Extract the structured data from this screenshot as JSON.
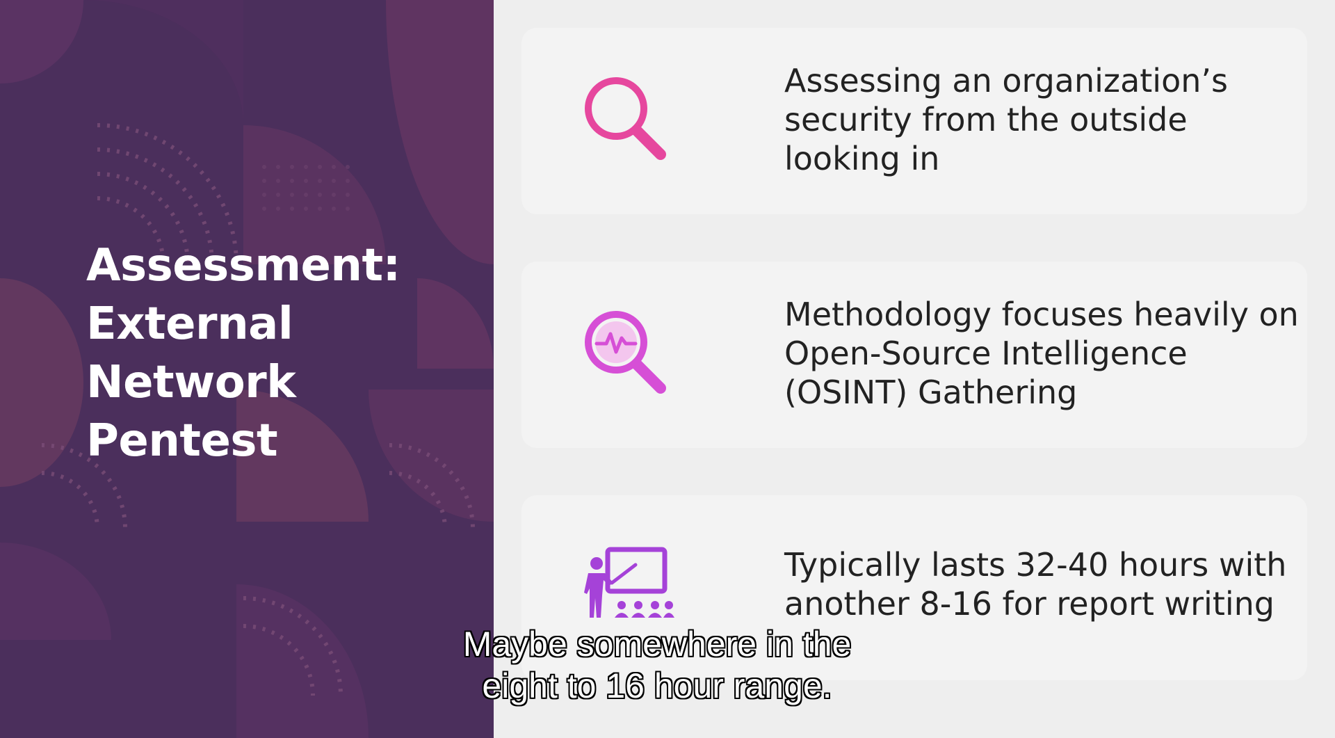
{
  "slide": {
    "title_lines": [
      "Assessment:",
      "External",
      "Network",
      "Pentest"
    ]
  },
  "cards": [
    {
      "icon": "magnifier-icon",
      "text": "Assessing an organization’s security from the outside looking in"
    },
    {
      "icon": "magnifier-heartbeat-icon",
      "text": "Methodology focuses heavily on Open-Source Intelligence (OSINT) Gathering"
    },
    {
      "icon": "presentation-teacher-icon",
      "text": "Typically lasts 32-40 hours with another 8-16 for report writing"
    }
  ],
  "caption": {
    "lines": [
      "Maybe somewhere in the",
      "eight to 16 hour range."
    ]
  },
  "colors": {
    "left_panel": "#4b2f5c",
    "accent_pink": "#e6479e",
    "accent_magenta": "#d64fd6",
    "accent_purple": "#a542d8",
    "card_bg": "#f3f3f3",
    "text": "#222222"
  }
}
